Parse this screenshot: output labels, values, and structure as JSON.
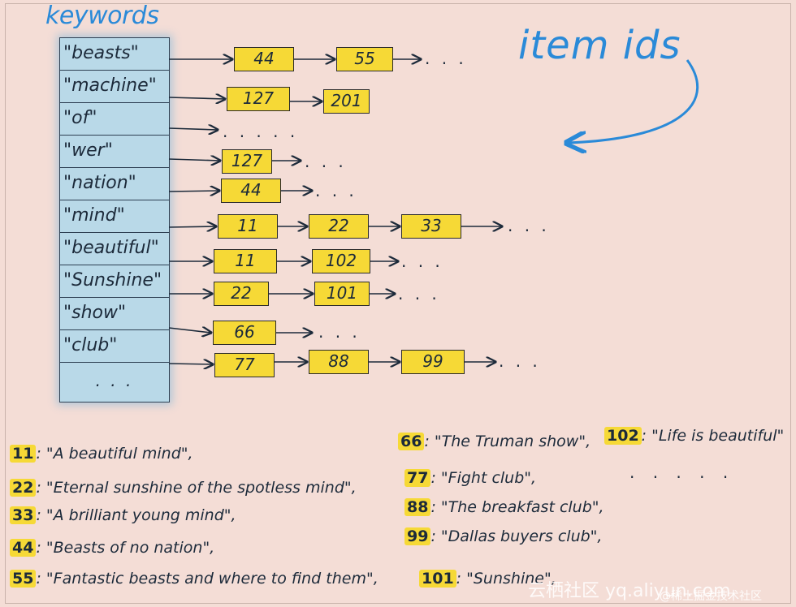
{
  "title": "keywords",
  "item_ids_label": "item ids",
  "keywords": [
    "\"beasts\"",
    "\"machine\"",
    "\"of\"",
    "\"wer\"",
    "\"nation\"",
    "\"mind\"",
    "\"beautiful\"",
    "\"Sunshine\"",
    "\"show\"",
    "\"club\"",
    ". . ."
  ],
  "postings": [
    [
      "44",
      "55"
    ],
    [
      "127",
      "201"
    ],
    [],
    [
      "127"
    ],
    [
      "44"
    ],
    [
      "11",
      "22",
      "33"
    ],
    [
      "11",
      "102"
    ],
    [
      "22",
      "101"
    ],
    [
      "66"
    ],
    [
      "77",
      "88",
      "99"
    ]
  ],
  "continuation": ". . .",
  "continuation_long": ". . . . .",
  "legend": [
    {
      "id": "11",
      "title": "\"A beautiful mind\","
    },
    {
      "id": "22",
      "title": "\"Eternal sunshine of the spotless mind\","
    },
    {
      "id": "33",
      "title": "\"A brilliant young mind\","
    },
    {
      "id": "44",
      "title": "\"Beasts of no nation\","
    },
    {
      "id": "55",
      "title": "\"Fantastic beasts and where to find them\","
    },
    {
      "id": "66",
      "title": "\"The Truman show\","
    },
    {
      "id": "77",
      "title": "\"Fight club\","
    },
    {
      "id": "88",
      "title": "\"The breakfast club\","
    },
    {
      "id": "99",
      "title": "\"Dallas buyers club\","
    },
    {
      "id": "101",
      "title": "\"Sunshine\","
    },
    {
      "id": "102",
      "title": "\"Life is beautiful\""
    }
  ],
  "legend_more": ". . . . .",
  "watermark_left": "云栖社区 yq.aliyun.com",
  "watermark_right": "@稀土掘金技术社区",
  "colors": {
    "background": "#f4ddd6",
    "highlight": "#f6d936",
    "table": "#b9d9e8",
    "accent": "#2a8ad8"
  }
}
